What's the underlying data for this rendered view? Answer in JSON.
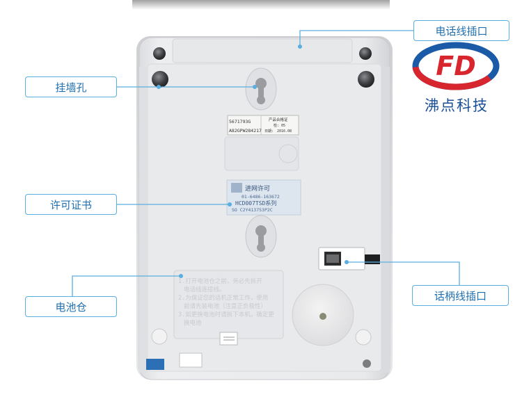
{
  "callouts": {
    "phone_line_port": "电话线插口",
    "wall_hole": "挂墙孔",
    "license": "许可证书",
    "battery": "电池仓",
    "handset_port": "话柄线插口"
  },
  "brand": {
    "logo_letters": "FD",
    "name": "沸点科技",
    "colors": {
      "red": "#d8262e",
      "blue": "#1b5aa6"
    }
  },
  "product_label": {
    "model": "5671793G",
    "serial": "A82GPW284217",
    "title": "产品合格证",
    "inspector": "检: 05",
    "date_label": "日期:",
    "date": "2016.08"
  },
  "network_license": {
    "title": "进网许可",
    "number": "01-6486-163672",
    "model": "HCD007TSD系列",
    "code": "SO C2Y413753P2C"
  },
  "battery_cover": {
    "lines": [
      "1.打开电池仓之前，务必先拆开",
      "电话线连接线。",
      "2.为保证您的话机正常工作，使用",
      "前请先装电池（注意正负极性）",
      "3.如更换电池时请拆下本机，确定更",
      "换电池"
    ]
  },
  "colors": {
    "accent": "#5aaee0",
    "label_text": "#1f6fae"
  }
}
